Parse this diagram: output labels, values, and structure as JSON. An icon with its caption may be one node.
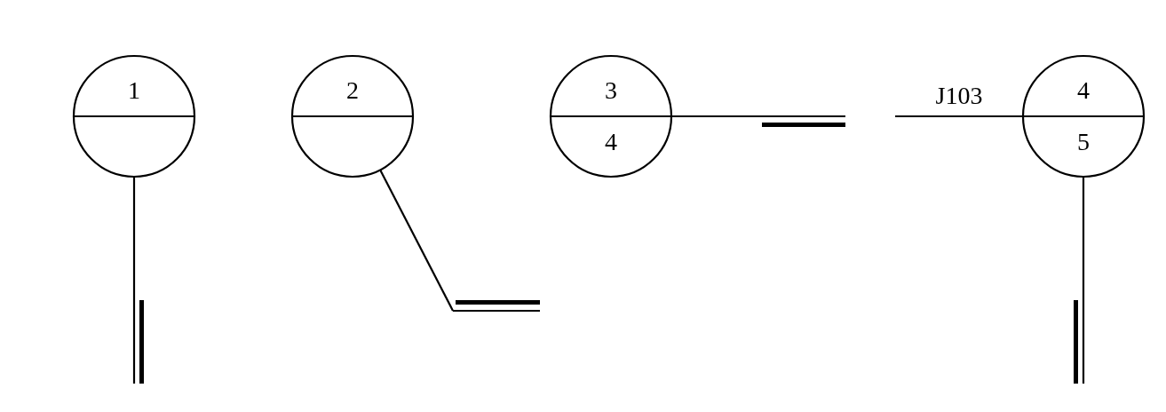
{
  "diagram": {
    "nodes": [
      {
        "text": [
          "1"
        ]
      },
      {
        "text": [
          "2"
        ]
      },
      {
        "text": [
          "3",
          "4"
        ]
      },
      {
        "text": [
          "4",
          "5"
        ]
      },
      {
        "text": [],
        "shape": "bar"
      },
      {
        "text": [],
        "shape": "bar"
      },
      {
        "text": [],
        "shape": "bar"
      },
      {
        "text": [],
        "shape": "bar"
      }
    ],
    "edges": [
      {
        "from": 0,
        "to": 4,
        "arrow": "none"
      },
      {
        "from": 1,
        "to": 5,
        "arrow": "none"
      },
      {
        "from": 2,
        "to": 6,
        "arrow": "none"
      },
      {
        "from": 3,
        "to": null,
        "arrow": "none",
        "label": "J103"
      },
      {
        "from": 3,
        "to": 7,
        "arrow": "none"
      }
    ]
  }
}
